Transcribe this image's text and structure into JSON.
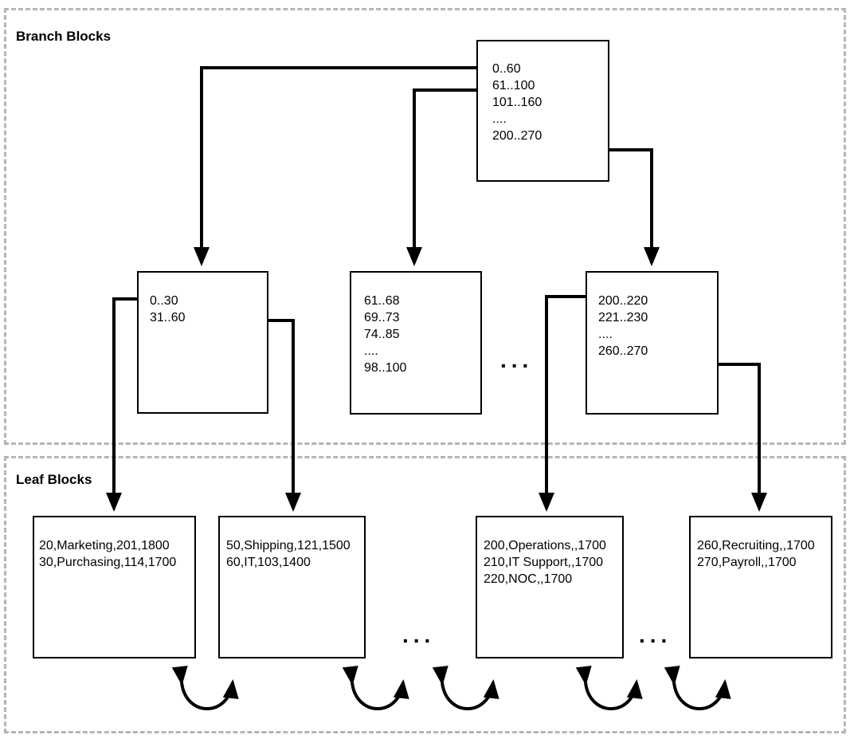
{
  "regions": {
    "branch_label": "Branch Blocks",
    "leaf_label": "Leaf Blocks"
  },
  "branch_root": {
    "entries": [
      "0..60",
      "61..100",
      "101..160",
      "....",
      "200..270"
    ]
  },
  "branch_children": [
    {
      "entries": [
        "0..30",
        "31..60"
      ]
    },
    {
      "entries": [
        "61..68",
        "69..73",
        "74..85",
        "....",
        "98..100"
      ]
    },
    {
      "entries": [
        "200..220",
        "221..230",
        "....",
        "260..270"
      ]
    }
  ],
  "leaves": [
    {
      "entries": [
        "20,Marketing,201,1800",
        "30,Purchasing,114,1700"
      ]
    },
    {
      "entries": [
        "50,Shipping,121,1500",
        "60,IT,103,1400"
      ]
    },
    {
      "entries": [
        "200,Operations,,1700",
        "210,IT Support,,1700",
        "220,NOC,,1700"
      ]
    },
    {
      "entries": [
        "260,Recruiting,,1700",
        "270,Payroll,,1700"
      ]
    }
  ],
  "ellipsis": "...",
  "colors": {
    "line": "#000000",
    "dashed_border": "#b5b5b5"
  }
}
